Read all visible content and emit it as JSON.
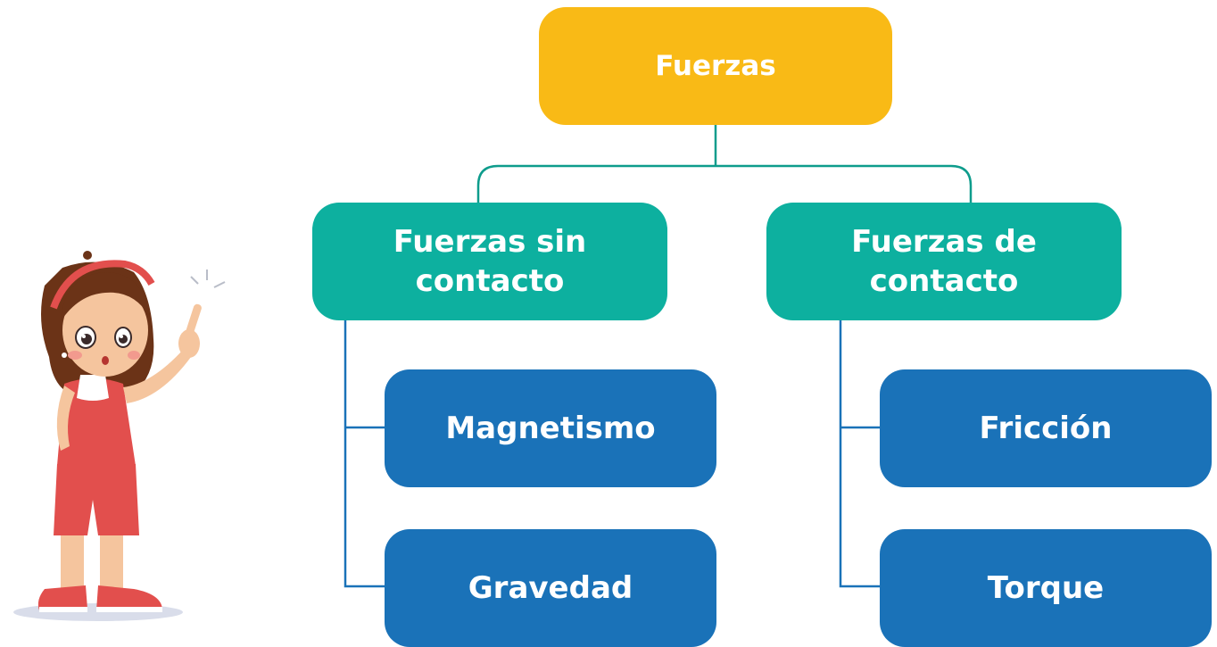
{
  "colors": {
    "root": "#F9BA16",
    "category": "#0DB09F",
    "leaf": "#1A72B8",
    "connector_top": "#0E9C8C",
    "connector_branch": "#1A72B8"
  },
  "diagram": {
    "root": {
      "label": "Fuerzas"
    },
    "categories": [
      {
        "label": "Fuerzas sin contacto",
        "children": [
          {
            "label": "Magnetismo"
          },
          {
            "label": "Gravedad"
          }
        ]
      },
      {
        "label": "Fuerzas de contacto",
        "children": [
          {
            "label": "Fricción"
          },
          {
            "label": "Torque"
          }
        ]
      }
    ]
  },
  "illustration": {
    "subject": "girl-pointing-up-icon"
  }
}
